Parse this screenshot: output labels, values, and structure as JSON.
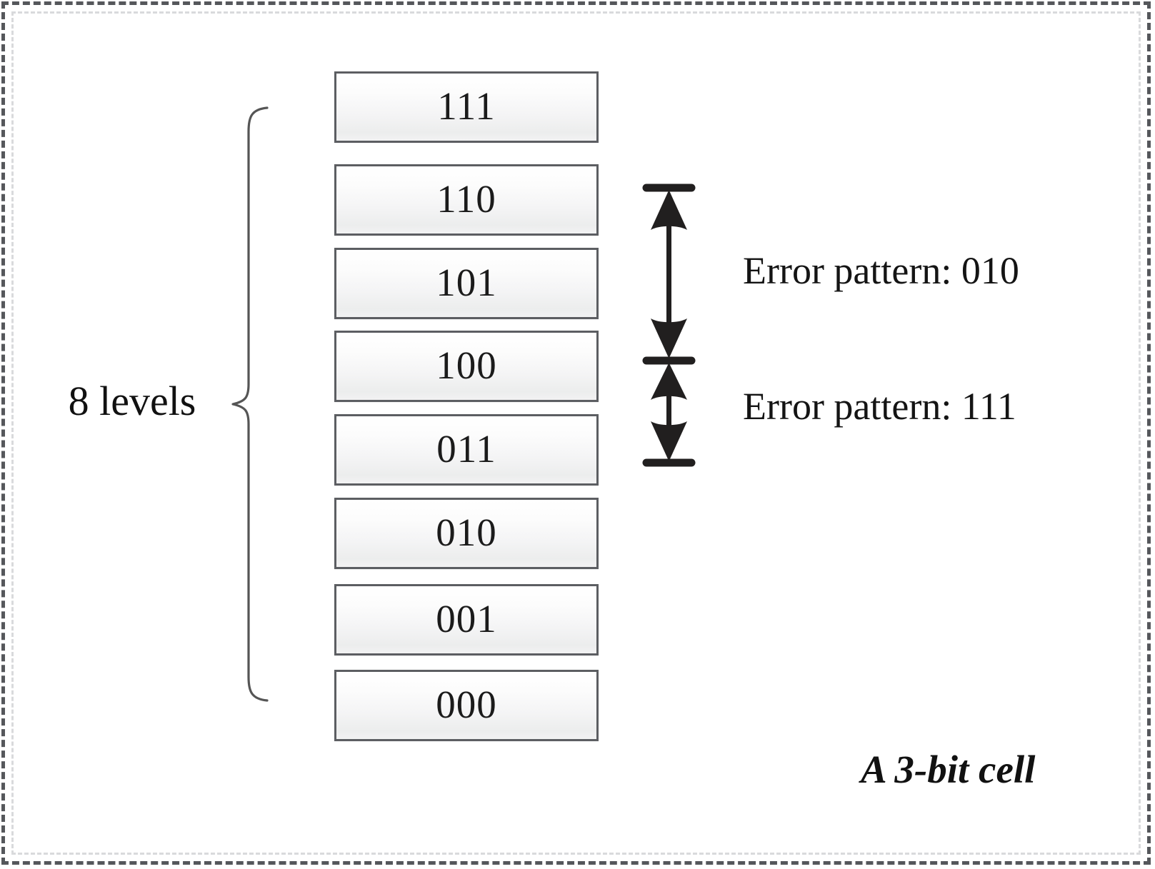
{
  "figure": {
    "caption": "A 3-bit cell",
    "bracket_label": "8 levels",
    "frame": {
      "outer_border_color": "#55575b",
      "inner_border_color": "#d9dadc",
      "style": "dashed"
    }
  },
  "levels": [
    {
      "label": "111",
      "index": 7
    },
    {
      "label": "110",
      "index": 6
    },
    {
      "label": "101",
      "index": 5
    },
    {
      "label": "100",
      "index": 4
    },
    {
      "label": "011",
      "index": 3
    },
    {
      "label": "010",
      "index": 2
    },
    {
      "label": "001",
      "index": 1
    },
    {
      "label": "000",
      "index": 0
    }
  ],
  "annotations": [
    {
      "id": "top",
      "text": "Error pattern: 010",
      "spans_from": "110",
      "spans_to": "100"
    },
    {
      "id": "bottom",
      "text": "Error pattern: 111",
      "spans_from": "100",
      "spans_to": "011"
    }
  ],
  "colors": {
    "box_border": "#5c5e62",
    "box_fill_top": "#ffffff",
    "box_fill_bottom": "#eceded",
    "text": "#1b1b1b",
    "arrow": "#211f1f",
    "brace": "#555555"
  },
  "chart_data": {
    "type": "diagram",
    "title": "A 3-bit cell",
    "description": "Eight voltage/threshold levels of a 3-bit (TLC) flash memory cell, labelled with their 3-bit codes, with a brace marking 8 levels and two double-headed arrows marking error patterns between adjacent levels.",
    "categories": [
      "000",
      "001",
      "010",
      "011",
      "100",
      "101",
      "110",
      "111"
    ],
    "values": [
      0,
      1,
      2,
      3,
      4,
      5,
      6,
      7
    ],
    "ylabel": "8 levels",
    "annotations": [
      "Error pattern: 010",
      "Error pattern: 111"
    ]
  }
}
